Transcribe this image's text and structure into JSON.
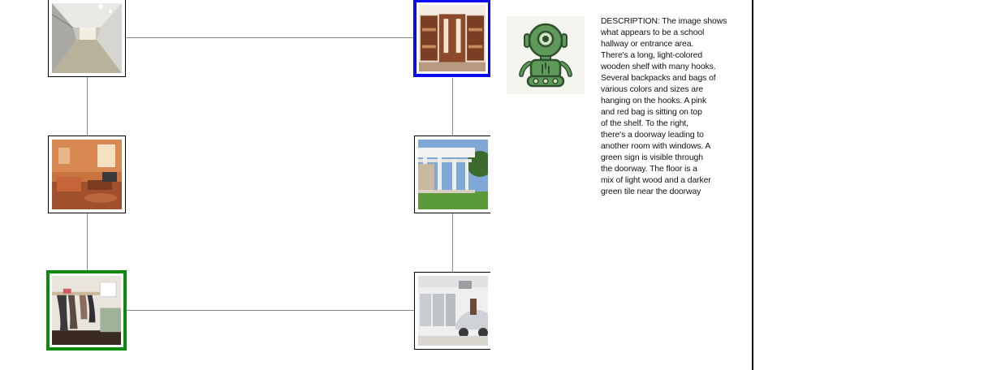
{
  "nodes": [
    {
      "id": "hallway",
      "scene": "hallway",
      "state": "normal"
    },
    {
      "id": "closet",
      "scene": "closet",
      "state": "selected-blue"
    },
    {
      "id": "living-room",
      "scene": "living room",
      "state": "normal"
    },
    {
      "id": "pergola",
      "scene": "pergola patio",
      "state": "normal"
    },
    {
      "id": "mudroom",
      "scene": "mudroom",
      "state": "selected-green"
    },
    {
      "id": "garage",
      "scene": "garage",
      "state": "normal"
    }
  ],
  "colors": {
    "selected_blue": "#0a0af0",
    "selected_green": "#0b8a0b",
    "connector": "#8a8a8a",
    "robot_green": "#5e9a5a"
  },
  "agent": {
    "icon": "robot-icon"
  },
  "description": {
    "text": "DESCRIPTION: The image shows\nwhat appears to be a school\nhallway or entrance area.\nThere's a long, light-colored\nwooden shelf with many hooks.\nSeveral backpacks and bags of\nvarious colors and sizes are\nhanging on the hooks. A pink\nand red bag is sitting on top\nof the shelf. To the right,\nthere's a doorway leading to\nanother room with windows. A\ngreen sign is visible through\nthe doorway. The floor is a\nmix of light wood and a darker\ngreen tile near the doorway"
  }
}
